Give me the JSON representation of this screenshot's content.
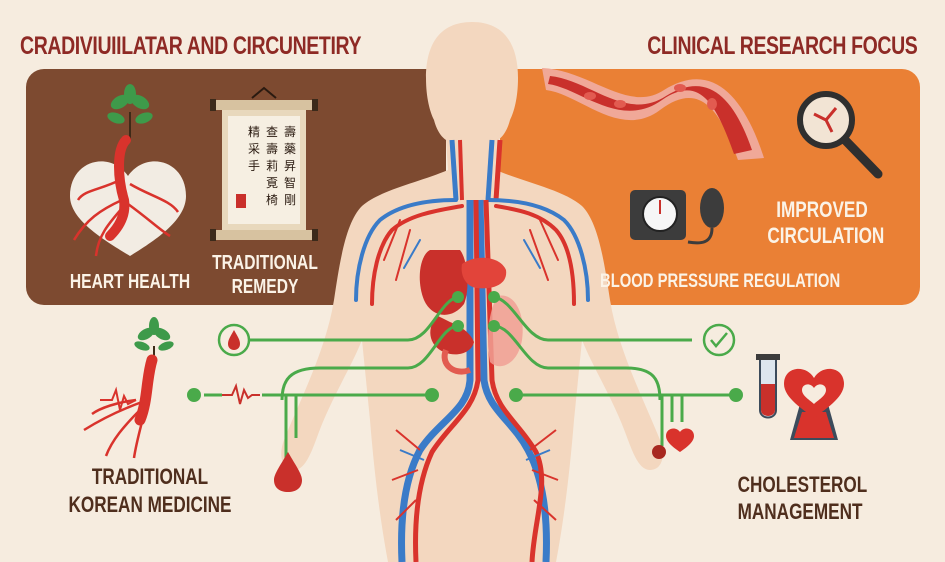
{
  "header": {
    "title_left": "CRADIVIUIILATAR AND CIRCUNETIRY",
    "title_right": "CLINICAL RESEARCH FOCUS"
  },
  "left_panel": {
    "bg_color": "#7d4a30",
    "items": [
      {
        "label": "HEART HEALTH",
        "icon": "ginseng-heart-icon"
      },
      {
        "label_line1": "TRADITIONAL",
        "label_line2": "REMEDY",
        "icon": "scroll-icon"
      }
    ],
    "scroll_text": [
      "壽",
      "藥",
      "昇",
      "智",
      "剛",
      "查",
      "壽",
      "莉",
      "覔",
      "椅",
      "精",
      "采",
      "手"
    ]
  },
  "right_panel": {
    "bg_color": "#ea8035",
    "items": [
      {
        "label": "BLOOD PRESSURE REGULATION",
        "icon": "blood-pressure-gauge-icon"
      },
      {
        "label_line1": "IMPROVED",
        "label_line2": "CIRCULATION",
        "icon": "magnifier-icon"
      },
      {
        "icon": "blood-vessel-icon"
      }
    ]
  },
  "bottom_left": {
    "label_line1": "TRADITIONAL",
    "label_line2": "KOREAN MEDICINE",
    "icons": [
      "ginseng-root-icon",
      "heartbeat-icon",
      "blood-drop-icon"
    ]
  },
  "bottom_right": {
    "label_line1": "CHOLESTEROL",
    "label_line2": "MANAGEMENT",
    "icons": [
      "test-tube-icon",
      "heart-flask-icon",
      "heart-icon",
      "check-circle-icon"
    ]
  },
  "colors": {
    "background": "#f6ecdf",
    "title": "#8e2a25",
    "artery": "#d9332c",
    "vein": "#3a7bc8",
    "connector": "#4aaa4a",
    "skin": "#f3d7bf"
  }
}
